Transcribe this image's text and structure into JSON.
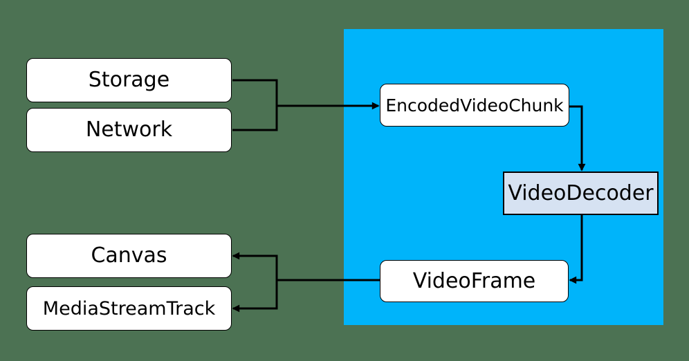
{
  "diagram": {
    "colors": {
      "background": "#4C7253",
      "webcodecs_region": "#00B4FA",
      "node_fill": "#FFFFFF",
      "decoder_fill": "#D6E2F2",
      "line": "#000000",
      "text": "#000000"
    },
    "nodes": {
      "storage": {
        "label": "Storage"
      },
      "network": {
        "label": "Network"
      },
      "encoded_video_chunk": {
        "label": "EncodedVideoChunk"
      },
      "video_decoder": {
        "label": "VideoDecoder"
      },
      "video_frame": {
        "label": "VideoFrame"
      },
      "canvas": {
        "label": "Canvas"
      },
      "media_stream_track": {
        "label": "MediaStreamTrack"
      }
    },
    "edges": [
      {
        "from": "storage",
        "to": "encoded_video_chunk"
      },
      {
        "from": "network",
        "to": "encoded_video_chunk"
      },
      {
        "from": "encoded_video_chunk",
        "to": "video_decoder"
      },
      {
        "from": "video_decoder",
        "to": "video_frame"
      },
      {
        "from": "video_frame",
        "to": "canvas"
      },
      {
        "from": "video_frame",
        "to": "media_stream_track"
      }
    ]
  }
}
